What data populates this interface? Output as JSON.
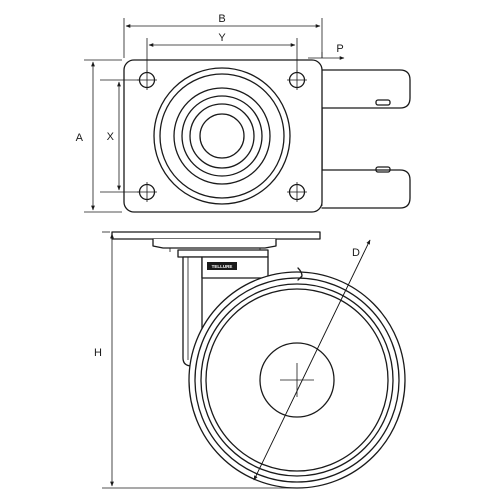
{
  "dimensions": {
    "B": "B",
    "Y": "Y",
    "P": "P",
    "A": "A",
    "X": "X",
    "H": "H",
    "D": "D"
  },
  "brand_label": "TELLURE"
}
